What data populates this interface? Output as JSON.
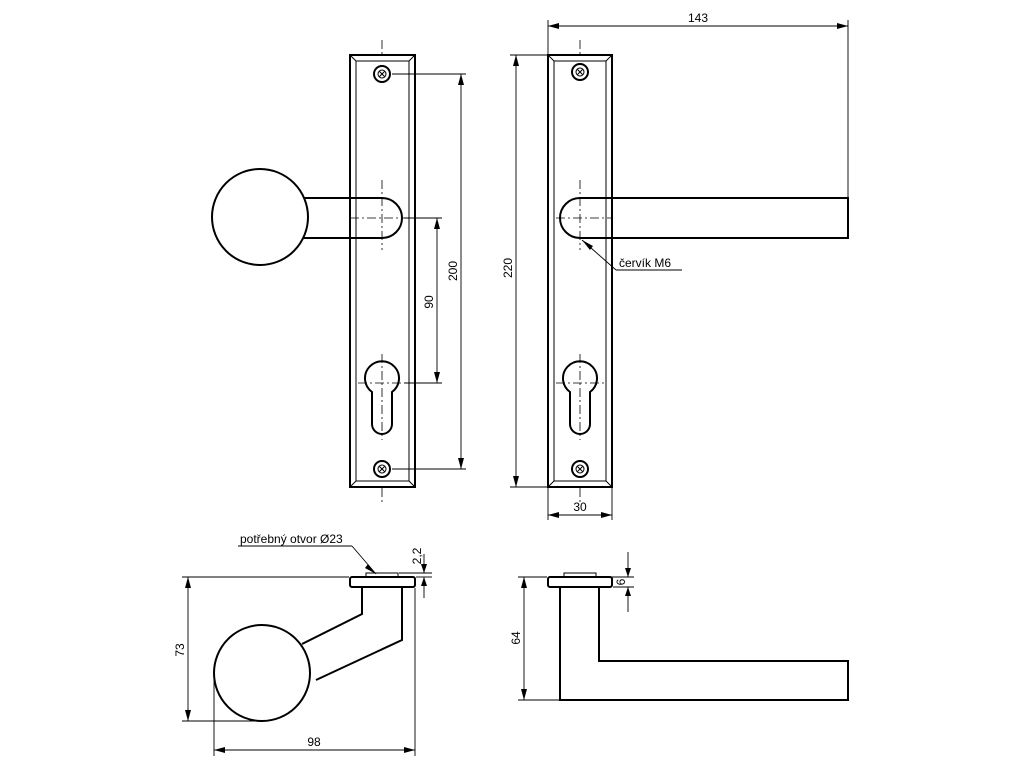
{
  "dimensions": {
    "plate_height_200": "200",
    "axis_distance_90": "90",
    "total_length_143": "143",
    "plate_height_220": "220",
    "plate_width_30": "30",
    "rose_thickness_2_2": "2,2",
    "knob_projection_73": "73",
    "knob_reach_98": "98",
    "lever_projection_64": "64",
    "rose_thickness_6": "6"
  },
  "notes": {
    "grub_screw": "červík M6",
    "required_hole": "potřebný otvor Ø23"
  }
}
